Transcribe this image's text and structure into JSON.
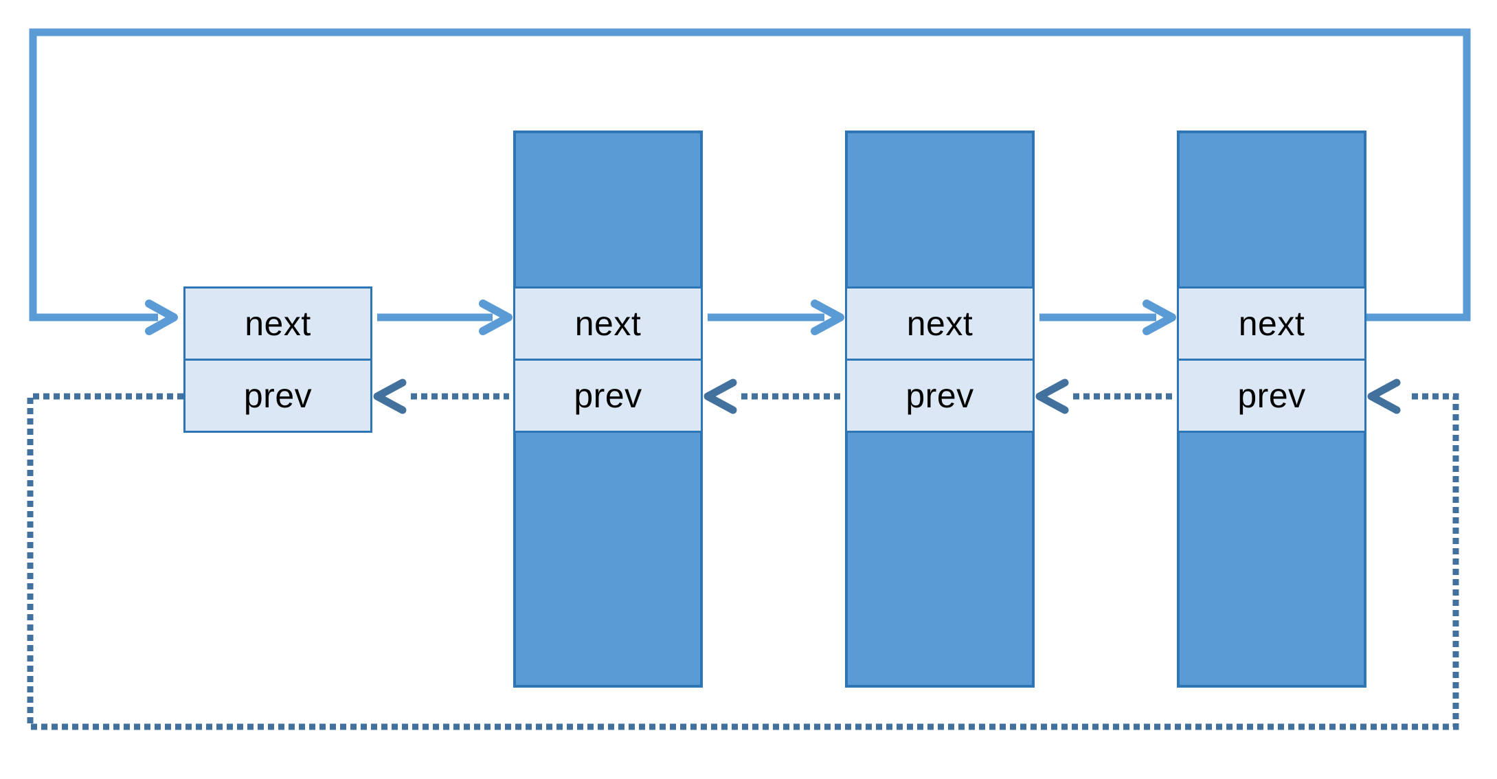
{
  "diagram": {
    "kind": "circular-doubly-linked-list",
    "colors": {
      "background": "#ffffff",
      "node_fill": "#5b9bd5",
      "node_border": "#2e75b6",
      "field_fill": "#dbe7f4",
      "next_link": "#5b9bd5",
      "prev_link": "#41719c",
      "label_text": "#000000"
    },
    "nodes": [
      {
        "id": "node-1",
        "fields": [
          {
            "label": "next"
          },
          {
            "label": "prev"
          }
        ]
      },
      {
        "id": "node-2",
        "fields": [
          {
            "label": "next"
          },
          {
            "label": "prev"
          }
        ]
      },
      {
        "id": "node-3",
        "fields": [
          {
            "label": "next"
          },
          {
            "label": "prev"
          }
        ]
      },
      {
        "id": "node-4",
        "fields": [
          {
            "label": "next"
          },
          {
            "label": "prev"
          }
        ]
      }
    ],
    "links": [
      {
        "from": "node-1.next",
        "to": "node-2",
        "style": "solid"
      },
      {
        "from": "node-2.next",
        "to": "node-3",
        "style": "solid"
      },
      {
        "from": "node-3.next",
        "to": "node-4",
        "style": "solid"
      },
      {
        "from": "node-4.next",
        "to": "node-1",
        "style": "solid",
        "route": "around-top"
      },
      {
        "from": "node-2.prev",
        "to": "node-1",
        "style": "dotted"
      },
      {
        "from": "node-3.prev",
        "to": "node-2",
        "style": "dotted"
      },
      {
        "from": "node-4.prev",
        "to": "node-3",
        "style": "dotted"
      },
      {
        "from": "node-1.prev",
        "to": "node-4",
        "style": "dotted",
        "route": "around-bottom"
      }
    ]
  }
}
